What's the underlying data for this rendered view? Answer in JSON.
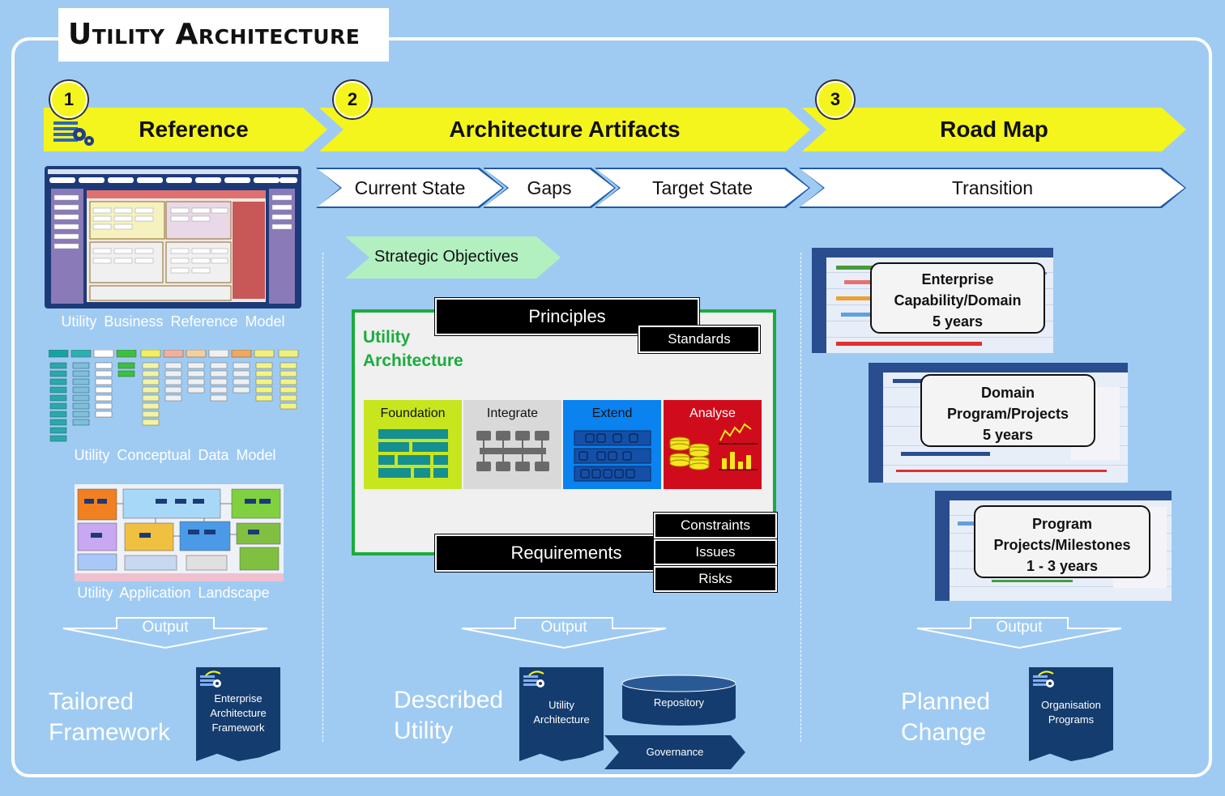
{
  "title": "Utility Architecture",
  "phases": [
    {
      "number": "1",
      "label": "Reference"
    },
    {
      "number": "2",
      "label": "Architecture Artifacts"
    },
    {
      "number": "3",
      "label": "Road Map"
    }
  ],
  "stages": [
    "Current State",
    "Gaps",
    "Target State",
    "Transition"
  ],
  "reference": {
    "captions": [
      "Utility Business Reference  Model",
      "Utility Conceptual  Data Model",
      "Utility Application Landscape"
    ]
  },
  "artifacts": {
    "strategic_objectives": "Strategic Objectives",
    "principles": "Principles",
    "standards": "Standards",
    "ua_label": "Utility Architecture",
    "quadrants": [
      {
        "label": "Foundation",
        "color": "#c8e61e"
      },
      {
        "label": "Integrate",
        "color": "#d9d9d9"
      },
      {
        "label": "Extend",
        "color": "#0a82f0"
      },
      {
        "label": "Analyse",
        "color": "#d00c1c"
      }
    ],
    "requirements": "Requirements",
    "constraints": "Constraints",
    "issues": "Issues",
    "risks": "Risks"
  },
  "roadmap": {
    "cards": [
      {
        "line1": "Enterprise",
        "line2": "Capability/Domain",
        "line3": "5 years"
      },
      {
        "line1": "Domain",
        "line2": "Program/Projects",
        "line3": "5 years"
      },
      {
        "line1": "Program",
        "line2": "Projects/Milestones",
        "line3": "1 - 3 years"
      }
    ]
  },
  "output_label": "Output",
  "outputs": [
    {
      "title_line1": "Tailored",
      "title_line2": "Framework",
      "doc_line1": "Enterprise",
      "doc_line2": "Architecture",
      "doc_line3": "Framework"
    },
    {
      "title_line1": "Described",
      "title_line2": "Utility",
      "doc_line1": "Utility",
      "doc_line2": "Architecture",
      "repository": "Repository",
      "governance": "Governance"
    },
    {
      "title_line1": "Planned",
      "title_line2": "Change",
      "doc_line1": "Organisation",
      "doc_line2": "Programs"
    }
  ]
}
